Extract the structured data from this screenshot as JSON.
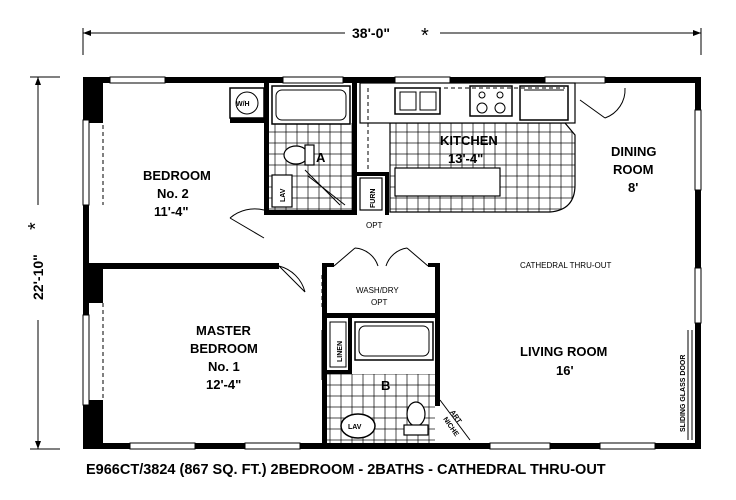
{
  "dimensions": {
    "width_label": "38'-0\"",
    "depth_label": "22'-10\"",
    "marker": "*"
  },
  "rooms": {
    "bedroom2": {
      "name": "BEDROOM",
      "number": "No. 2",
      "size": "11'-4\""
    },
    "master": {
      "name": "MASTER",
      "name2": "BEDROOM",
      "number": "No. 1",
      "size": "12'-4\""
    },
    "kitchen": {
      "name": "KITCHEN",
      "size": "13'-4\""
    },
    "dining": {
      "name": "DINING",
      "name2": "ROOM",
      "size": "8'"
    },
    "living": {
      "name": "LIVING ROOM",
      "size": "16'"
    }
  },
  "fixtures": {
    "water_heater": "W/H",
    "bath_a": "A",
    "bath_b": "B",
    "lav_a": "LAV",
    "lav_b": "LAV",
    "furnace": "FURN",
    "opt": "OPT",
    "wash_dry": "WASH/DRY",
    "wash_dry_opt": "OPT",
    "linen": "LINEN",
    "art_niche_1": "ART",
    "art_niche_2": "NICHE",
    "sliding_door": "SLIDING GLASS DOOR"
  },
  "notes": {
    "cathedral": "CATHEDRAL THRU-OUT"
  },
  "caption": "E966CT/3824 (867 SQ. FT.) 2BEDROOM - 2BATHS - CATHEDRAL THRU-OUT"
}
